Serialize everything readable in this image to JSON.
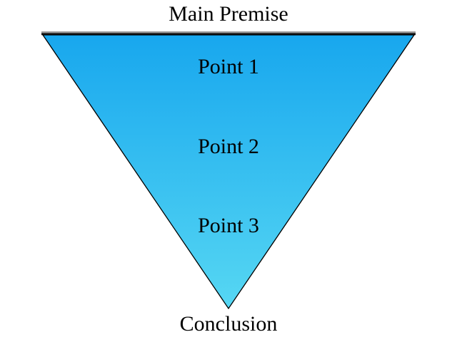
{
  "diagram": {
    "title": "Main Premise",
    "levels": [
      {
        "label": "Point 1"
      },
      {
        "label": "Point 2"
      },
      {
        "label": "Point 3"
      }
    ],
    "conclusion": "Conclusion",
    "shape": "inverted-triangle-funnel",
    "colors": {
      "fill_top": "#18a7ee",
      "fill_bottom": "#56d7f3",
      "outline": "#000000",
      "top_edge_highlight": "#9c9c9c",
      "top_edge_dark": "#141414",
      "text": "#000000",
      "background": "#ffffff"
    }
  }
}
